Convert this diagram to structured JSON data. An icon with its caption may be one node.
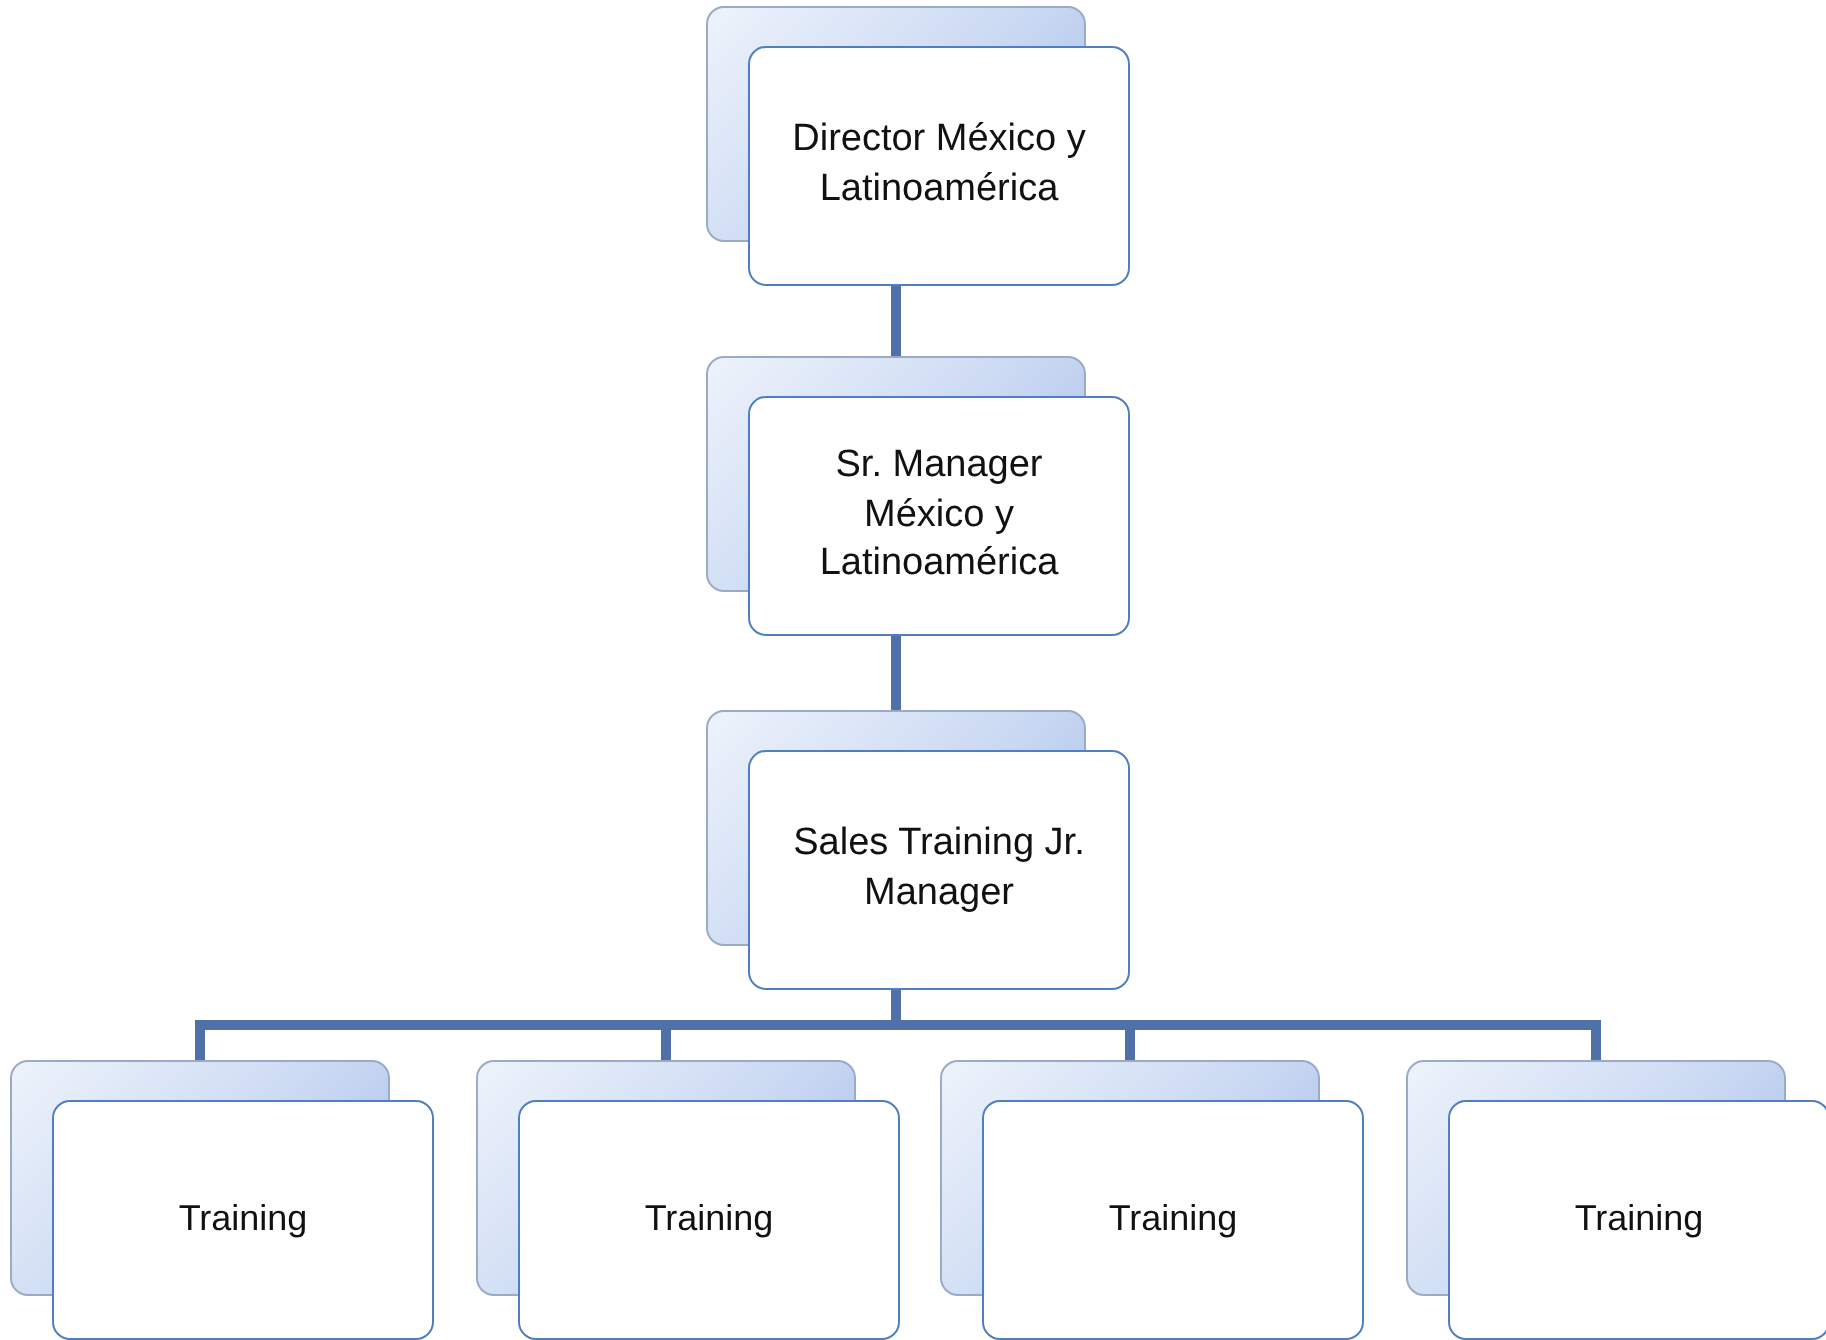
{
  "diagram": {
    "nodes": [
      {
        "text": [
          "Director México y Latinoamérica"
        ]
      },
      {
        "text": [
          "Sr. Manager México y Latinoamérica"
        ]
      },
      {
        "text": [
          "Sales Training Jr. Manager"
        ]
      },
      {
        "text": [
          "Training"
        ]
      },
      {
        "text": [
          "Training"
        ]
      },
      {
        "text": [
          "Training"
        ]
      },
      {
        "text": [
          "Training"
        ]
      }
    ],
    "edges": [
      {
        "from": 0,
        "to": 1,
        "arrow": "none"
      },
      {
        "from": 1,
        "to": 2,
        "arrow": "none"
      },
      {
        "from": 2,
        "to": 3,
        "arrow": "none"
      },
      {
        "from": 2,
        "to": 4,
        "arrow": "none"
      },
      {
        "from": 2,
        "to": 5,
        "arrow": "none"
      },
      {
        "from": 2,
        "to": 6,
        "arrow": "none"
      }
    ]
  }
}
